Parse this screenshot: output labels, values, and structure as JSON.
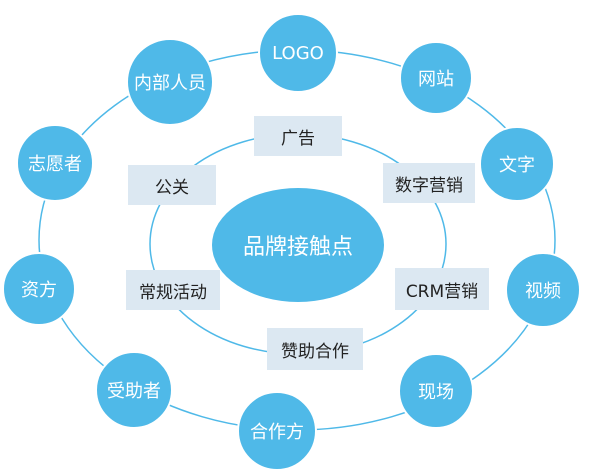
{
  "colors": {
    "node_fill": "#4fb9e8",
    "ring_stroke": "#4fb9e8",
    "inner_box_fill": "#dce8f2",
    "inner_text": "#222222",
    "node_text": "#ffffff"
  },
  "center": {
    "label": "品牌接触点"
  },
  "outer_nodes": [
    {
      "id": "logo",
      "label": "LOGO"
    },
    {
      "id": "website",
      "label": "网站"
    },
    {
      "id": "text",
      "label": "文字"
    },
    {
      "id": "video",
      "label": "视频"
    },
    {
      "id": "onsite",
      "label": "现场"
    },
    {
      "id": "partner",
      "label": "合作方"
    },
    {
      "id": "beneficiary",
      "label": "受助者"
    },
    {
      "id": "funder",
      "label": "资方"
    },
    {
      "id": "volunteer",
      "label": "志愿者"
    },
    {
      "id": "staff",
      "label": "内部人员"
    }
  ],
  "inner_items": [
    {
      "id": "ads",
      "label": "广告"
    },
    {
      "id": "digital",
      "label": "数字营销"
    },
    {
      "id": "crm",
      "label": "CRM营销"
    },
    {
      "id": "sponsor",
      "label": "赞助合作"
    },
    {
      "id": "events",
      "label": "常规活动"
    },
    {
      "id": "pr",
      "label": "公关"
    }
  ]
}
